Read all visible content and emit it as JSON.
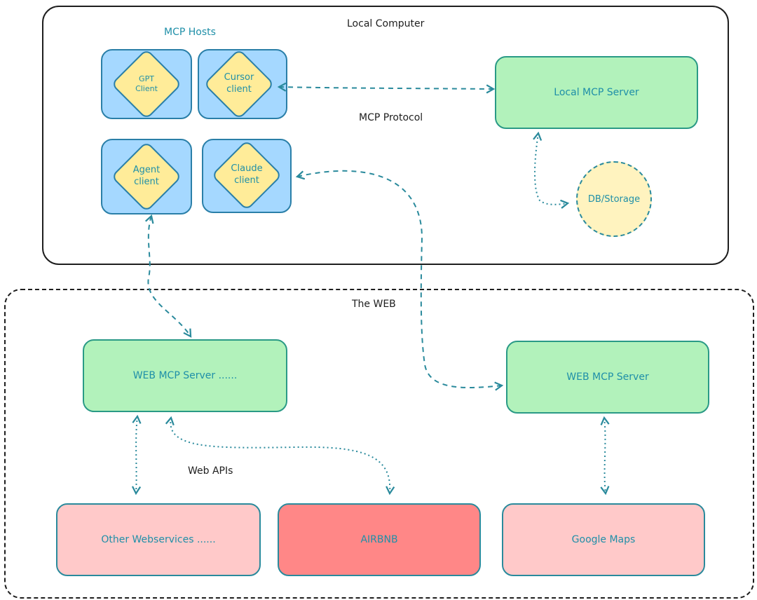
{
  "local_zone": {
    "title": "Local Computer",
    "hosts_label": "MCP Hosts",
    "protocol_label": "MCP Protocol"
  },
  "hosts": [
    {
      "label": "GPT\nClient"
    },
    {
      "label": "Cursor\nclient"
    },
    {
      "label": "Agent\nclient"
    },
    {
      "label": "Claude\nclient"
    }
  ],
  "local_server": {
    "label": "Local MCP Server"
  },
  "storage": {
    "label": "DB/Storage"
  },
  "web_zone": {
    "title": "The WEB",
    "apis_label": "Web APIs"
  },
  "web_servers": [
    {
      "label": "WEB MCP Server ......"
    },
    {
      "label": "WEB MCP Server"
    }
  ],
  "services": [
    {
      "label": "Other Webservices ......"
    },
    {
      "label": "AIRBNB"
    },
    {
      "label": "Google Maps"
    }
  ],
  "colors": {
    "host_fill": "#a5d8ff",
    "client_fill": "#ffec99",
    "server_fill": "#b2f2bb",
    "service_fill": "#ffc9c9",
    "airbnb_fill": "#ff8787",
    "storage_fill": "#fff3bf",
    "stroke": "#2a8a9c",
    "text": "#1f8fa8"
  }
}
